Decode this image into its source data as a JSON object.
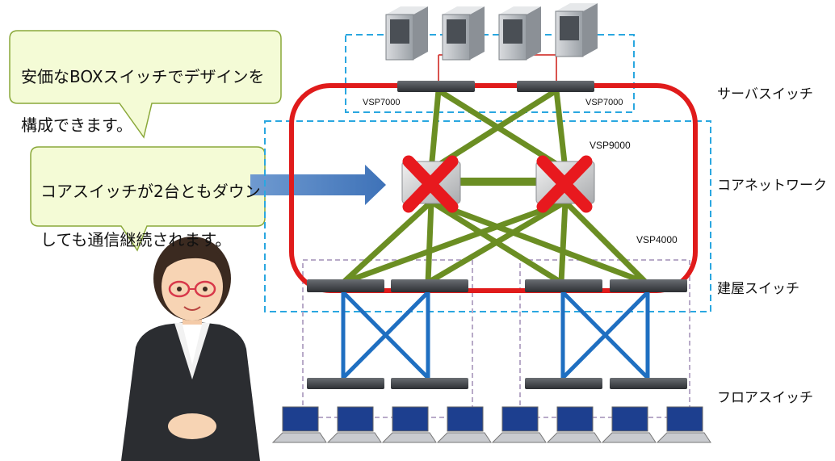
{
  "bubbles": [
    {
      "line1": "安価なBOXスイッチでデザインを",
      "line2": "構成できます。"
    },
    {
      "line1": "コアスイッチが2台ともダウン",
      "line2": "しても通信継続されます。"
    }
  ],
  "tiers": {
    "server": "サーバスイッチ",
    "core": "コアネットワーク",
    "building": "建屋スイッチ",
    "floor": "フロアスイッチ"
  },
  "models": {
    "server_left": "VSP7000",
    "server_right": "VSP7000",
    "core": "VSP9000",
    "aggregation": "VSP4000"
  },
  "colors": {
    "ring": "#e01b1b",
    "core_links": "#6b8e23",
    "floor_links": "#1f6fc1",
    "dashed_blue": "#2aa7e0",
    "dashed_grey": "#b8aac8",
    "bubble_fill": "#f4fbd6",
    "bubble_stroke": "#8aa83a",
    "arrow": "#4a7fc0",
    "fail_mark": "#e8191e"
  }
}
